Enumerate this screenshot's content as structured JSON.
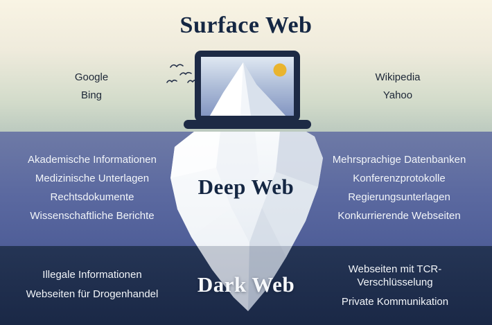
{
  "sections": {
    "surface": {
      "title": "Surface Web",
      "left_items": [
        "Google",
        "Bing"
      ],
      "right_items": [
        "Wikipedia",
        "Yahoo"
      ]
    },
    "deep": {
      "title": "Deep Web",
      "left_items": [
        "Akademische Informationen",
        "Medizinische Unterlagen",
        "Rechtsdokumente",
        "Wissenschaftliche Berichte"
      ],
      "right_items": [
        "Mehrsprachige Datenbanken",
        "Konferenzprotokolle",
        "Regierungsunterlagen",
        "Konkurrierende Webseiten"
      ]
    },
    "dark": {
      "title": "Dark Web",
      "left_items": [
        "Illegale Informationen",
        "Webseiten für Drogenhandel"
      ],
      "right_items": [
        "Webseiten mit TCR-Verschlüsselung",
        "Private Kommunikation"
      ]
    }
  },
  "illustration": {
    "laptop_icon": "laptop displaying iceberg tip",
    "sun_icon": "yellow sun disc",
    "birds_icon": "flying bird silhouettes",
    "iceberg_icon": "submerged iceberg"
  },
  "colors": {
    "surface_top": "#f9f4e4",
    "surface_bottom": "#bccabf",
    "deep_top": "#6e7aa6",
    "deep_bottom": "#4f5e98",
    "dark_bg": "#1e2c4c",
    "title_navy": "#152743",
    "text_light": "#f2f5f9",
    "iceberg_white": "#f4f7fa",
    "sun_yellow": "#e9b42f",
    "laptop_navy": "#1d2a45"
  }
}
